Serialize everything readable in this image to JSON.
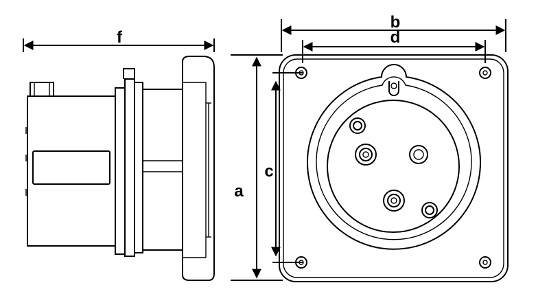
{
  "dimensions": {
    "a": "a",
    "b": "b",
    "c": "c",
    "d": "d",
    "f": "f"
  },
  "colors": {
    "line": "#000000",
    "background": "#ffffff"
  }
}
